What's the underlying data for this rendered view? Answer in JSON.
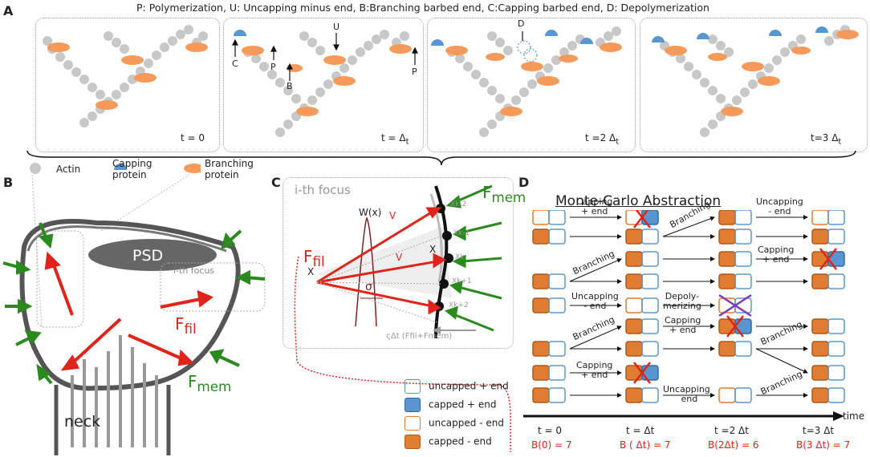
{
  "header": {
    "legend_text": "P: Polymerization, U: Uncapping minus end, B:Branching barbed end, C:Capping barbed end, D: Depolymerization"
  },
  "panels": {
    "a": "A",
    "b": "B",
    "c": "C",
    "d": "D"
  },
  "panel_a": {
    "frames": [
      {
        "time": "t = 0"
      },
      {
        "time": "t = Δ",
        "sub": "t"
      },
      {
        "time": "t =2 Δ",
        "sub": "t"
      },
      {
        "time": "t=3 Δ",
        "sub": "t"
      }
    ],
    "event_labels": {
      "C": "C",
      "P1": "P",
      "B": "B",
      "U": "U",
      "P2": "P",
      "D": "D"
    },
    "legend": {
      "actin": "Actin",
      "capping": "Capping\nprotein",
      "branching": "Branching\nprotein"
    },
    "colors": {
      "actin": "#c8c8c8",
      "capping": "#5a97d2",
      "branching": "#f59a5a"
    }
  },
  "panel_b": {
    "psd": "PSD",
    "neck": "neck",
    "focus": "i-th focus",
    "f_fil": "F",
    "f_fil_sub": "fil",
    "f_mem": "F",
    "f_mem_sub": "mem"
  },
  "panel_c": {
    "title": "i-th focus",
    "f_mem": "F",
    "f_mem_sub": "mem",
    "f_fil": "F",
    "f_fil_sub": "fil",
    "w": "W(x)",
    "sigma": "σ",
    "xn": "X",
    "xc": "X",
    "v1": "V",
    "v2": "V",
    "bottom": "ςΔt (Ffil+Fmem)",
    "xk": [
      "Xk-2",
      "Xk-1",
      "Xk",
      "Xk+1",
      "Xk+2"
    ]
  },
  "panel_d": {
    "title": "Monte-Carlo Abstraction",
    "transitions": {
      "capping_plus": "Capping\n+ end",
      "branching": "Branching",
      "uncapping_minus": "Uncapping\n- end",
      "depolymerizing": "Depoly-\nmerizing",
      "uncapping_end": "Uncapping\n  end"
    },
    "legend": [
      {
        "label": "uncapped + end"
      },
      {
        "label": "capped + end"
      },
      {
        "label": "uncapped - end"
      },
      {
        "label": "capped - end"
      }
    ],
    "axis_label": "time",
    "times": [
      "t = 0",
      "t = Δt",
      "t =2 Δt",
      "t=3 Δt"
    ],
    "counts": [
      "B(0) = 7",
      "B ( Δt) = 7",
      "B(2Δt) = 6",
      "B(3 Δt) = 7"
    ],
    "colors": {
      "blue": "#5b95cf",
      "orange": "#e07d33",
      "fill_blue": "#5b95cf",
      "fill_orange": "#e07d33",
      "cross": "#e0241b",
      "purple_cross": "#7a3fb8"
    }
  }
}
